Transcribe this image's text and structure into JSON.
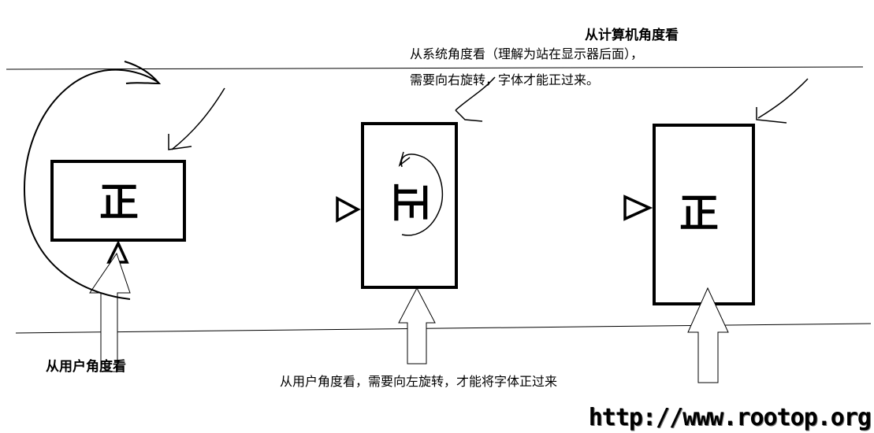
{
  "headings": {
    "computer_view": "从计算机角度看",
    "user_view": "从用户角度看"
  },
  "notes": {
    "system_line1": "从系统角度看（理解为站在显示器后面），",
    "system_line2": "需要向右旋转，字体才能正过来。",
    "user_line": "从用户角度看，需要向左旋转，才能将字体正过来"
  },
  "glyphs": {
    "left": "正",
    "middle_rotated": "正",
    "right": "正"
  },
  "watermark": "http://www.rootop.org"
}
